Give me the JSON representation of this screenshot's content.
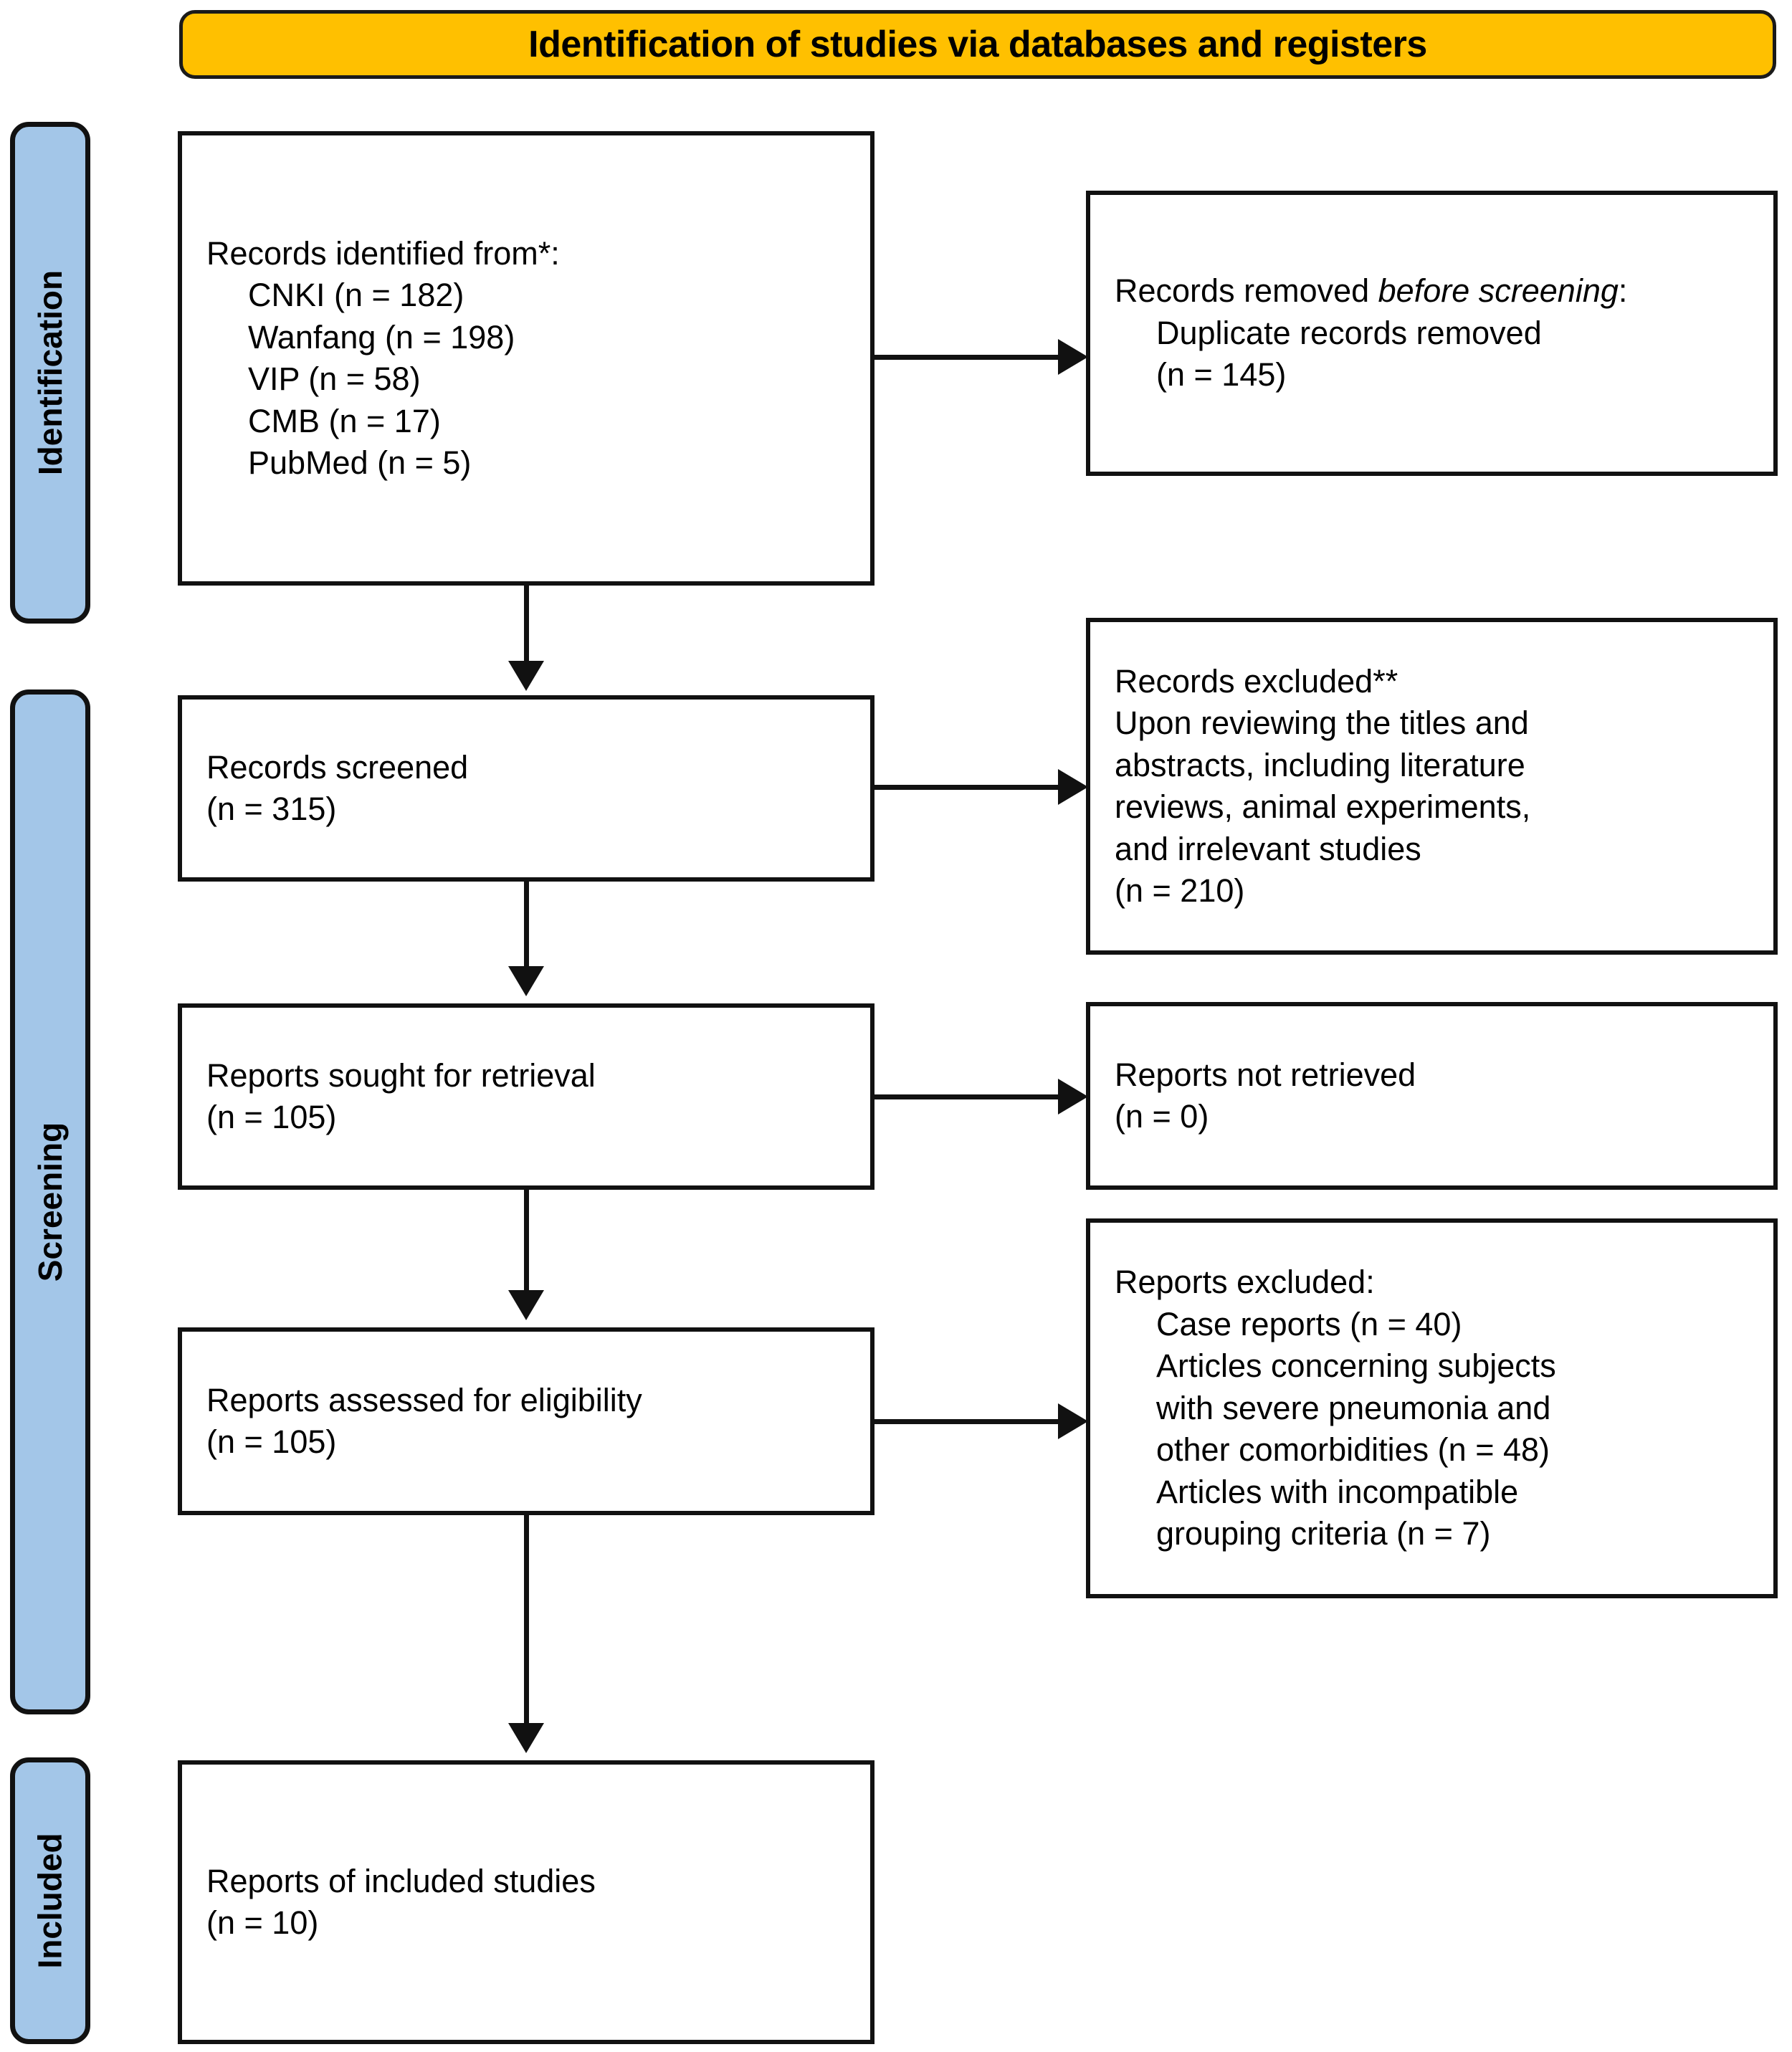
{
  "banner": {
    "title": "Identification of studies via databases and registers"
  },
  "stages": [
    {
      "id": "identification",
      "label": "Identification"
    },
    {
      "id": "screening",
      "label": "Screening"
    },
    {
      "id": "included",
      "label": "Included"
    }
  ],
  "colors": {
    "banner_fill": "#FFC000",
    "stage_fill": "#A3C6E8",
    "stroke": "#111111",
    "box_fill": "#FFFFFF",
    "text": "#000000"
  },
  "boxes": {
    "identified": {
      "heading": "Records identified from*:",
      "items": [
        "CNKI (n = 182)",
        "Wanfang (n = 198)",
        "VIP (n = 58)",
        "CMB (n = 17)",
        "PubMed (n = 5)"
      ]
    },
    "removed": {
      "heading_pre": "Records removed ",
      "heading_italic": "before screening",
      "heading_post": ":",
      "items": [
        "Duplicate records removed",
        "(n = 145)"
      ]
    },
    "screened": {
      "line1": "Records screened",
      "line2": "(n = 315)"
    },
    "records_excluded": {
      "line1": "Records excluded**",
      "line2": "Upon reviewing the titles and",
      "line3": "abstracts, including literature",
      "line4": "reviews, animal experiments,",
      "line5": "and irrelevant studies",
      "line6": "(n = 210)"
    },
    "sought": {
      "line1": "Reports sought for retrieval",
      "line2": "(n = 105)"
    },
    "not_retrieved": {
      "line1": "Reports not retrieved",
      "line2": "(n = 0)"
    },
    "assessed": {
      "line1": "Reports assessed for eligibility",
      "line2": "(n = 105)"
    },
    "reports_excluded": {
      "heading": "Reports excluded:",
      "items": [
        "Case reports (n = 40)",
        "Articles concerning subjects",
        "with severe pneumonia and",
        "other comorbidities (n = 48)",
        "Articles with incompatible",
        "grouping criteria (n = 7)"
      ]
    },
    "included": {
      "line1": "Reports of included studies",
      "line2": "(n = 10)"
    }
  }
}
